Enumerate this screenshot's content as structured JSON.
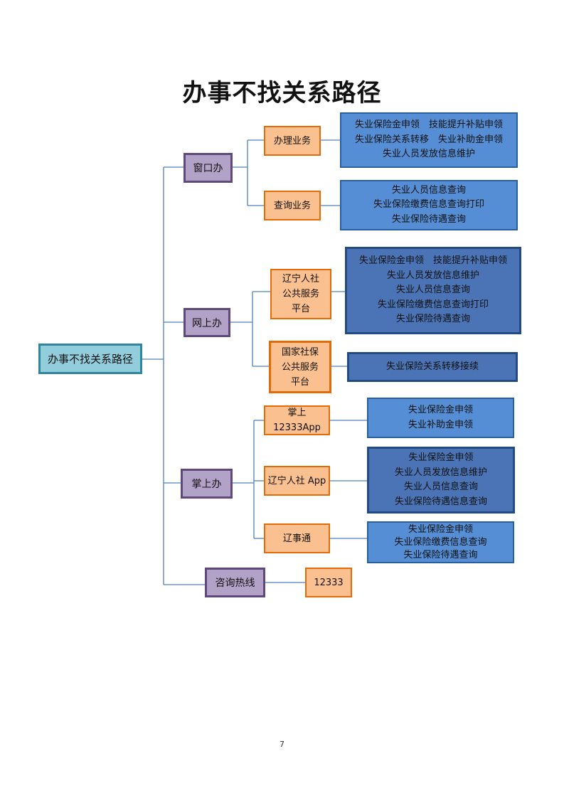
{
  "title": "办事不找关系路径",
  "root": {
    "label": "办事不找关系路径"
  },
  "channels": [
    {
      "label": "窗口办",
      "services": [
        {
          "label": "办理业务",
          "items": [
            "失业保险金申领　技能提升补贴申领",
            "失业保险关系转移　失业补助金申领",
            "失业人员发放信息维护"
          ]
        },
        {
          "label": "查询业务",
          "items": [
            "失业人员信息查询",
            "失业保险缴费信息查询打印",
            "失业保险待遇查询"
          ]
        }
      ]
    },
    {
      "label": "网上办",
      "services": [
        {
          "label": "辽宁人社公共服务平台",
          "label_lines": [
            "辽宁人社",
            "公共服务",
            "平台"
          ],
          "items": [
            "失业保险金申领　技能提升补贴申领",
            "失业人员发放信息维护",
            "失业人员信息查询",
            "失业保险缴费信息查询打印",
            "失业保险待遇查询"
          ]
        },
        {
          "label": "国家社保公共服务平台",
          "label_lines": [
            "国家社保",
            "公共服务",
            "平台"
          ],
          "items": [
            "失业保险关系转移接续"
          ]
        }
      ]
    },
    {
      "label": "掌上办",
      "services": [
        {
          "label": "掌上 12333App",
          "items": [
            "失业保险金申领",
            "失业补助金申领"
          ]
        },
        {
          "label": "辽宁人社 App",
          "items": [
            "失业保险金申领",
            "失业人员发放信息维护",
            "失业人员信息查询",
            "失业保险待遇信息查询"
          ]
        },
        {
          "label": "辽事通",
          "items": [
            "失业保险金申领",
            "失业保险缴费信息查询",
            "失业保险待遇查询"
          ]
        }
      ]
    },
    {
      "label": "咨询热线",
      "services": [
        {
          "label": "12333"
        }
      ]
    }
  ],
  "page_number": "7",
  "colors": {
    "root_fill": "#92cddc",
    "channel_fill": "#b3a2c7",
    "service_fill": "#fac08f",
    "leaf_fill": "#558ed5",
    "connector": "#4f81bd"
  }
}
